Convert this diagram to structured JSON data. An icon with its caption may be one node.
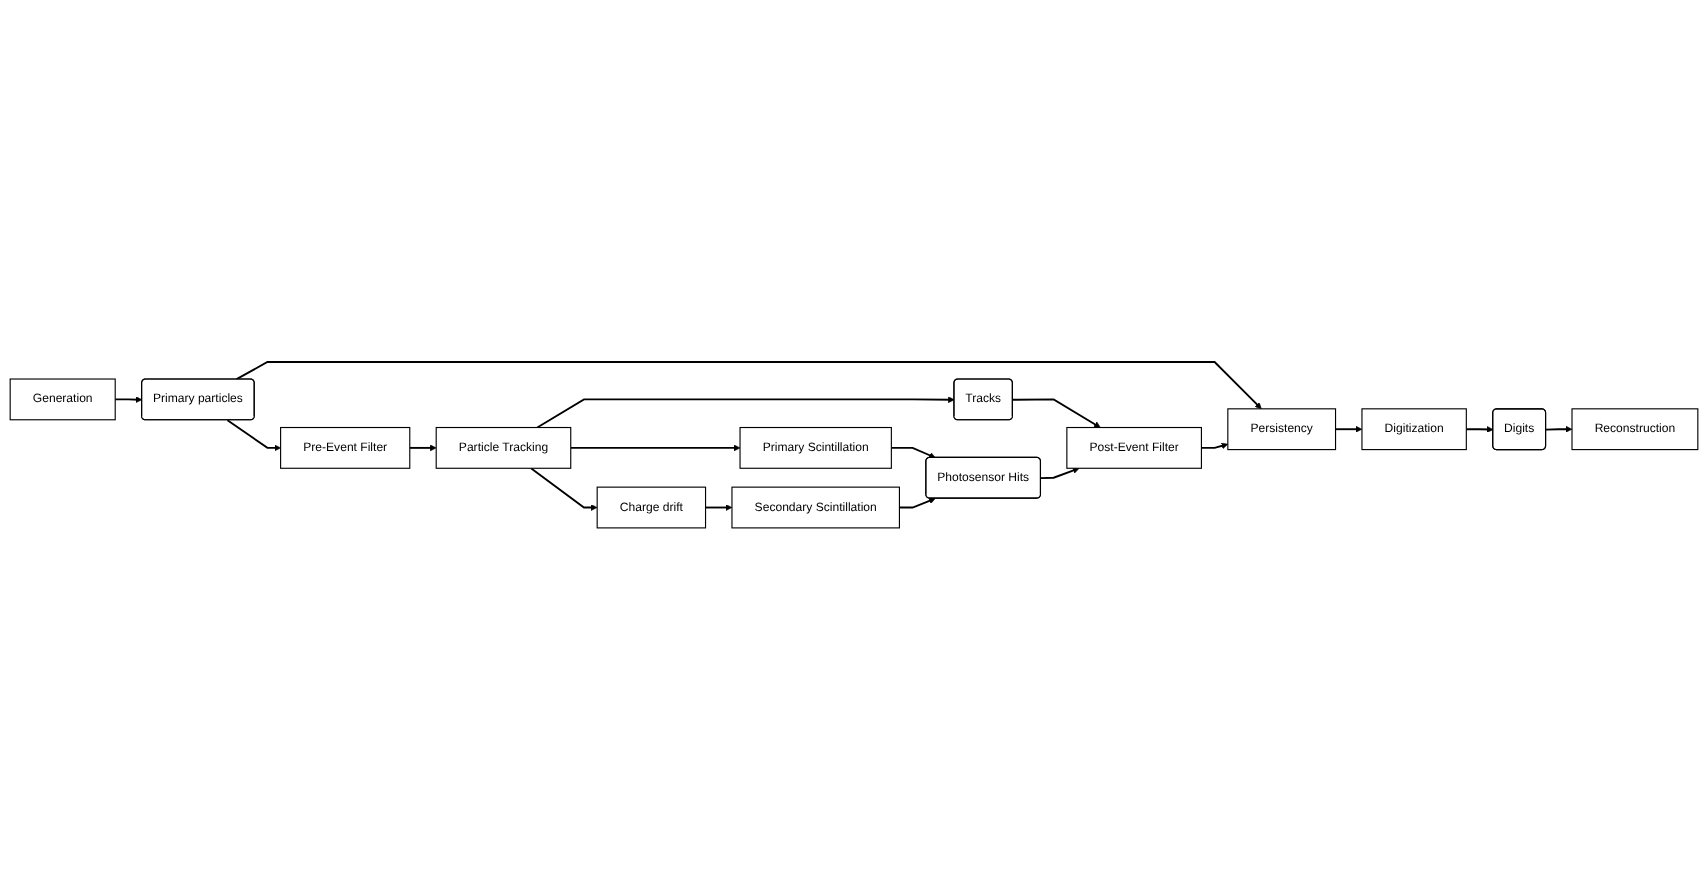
{
  "diagram": {
    "nodes": [
      {
        "text": [
          "Generation"
        ]
      },
      {
        "text": [
          "Primary particles"
        ]
      },
      {
        "text": [
          "Persistency"
        ]
      },
      {
        "text": [
          "Digitization"
        ]
      },
      {
        "text": [
          "Pre-Event Filter"
        ]
      },
      {
        "text": [
          "Post-Event Filter"
        ]
      },
      {
        "text": [
          "Digits"
        ]
      },
      {
        "text": [
          "Reconstruction"
        ]
      },
      {
        "text": [
          "Particle Tracking"
        ]
      },
      {
        "text": [
          "Tracks"
        ]
      },
      {
        "text": [
          "Charge drift"
        ]
      },
      {
        "text": [
          "Primary Scintillation"
        ]
      },
      {
        "text": [
          "Photosensor Hits"
        ]
      },
      {
        "text": [
          "Secondary Scintillation"
        ]
      }
    ],
    "edges": [
      {
        "from": 0,
        "to": 1,
        "arrow": "to"
      },
      {
        "from": 1,
        "to": 2,
        "arrow": "to"
      },
      {
        "from": 2,
        "to": 3,
        "arrow": "to"
      },
      {
        "from": 1,
        "to": 4,
        "arrow": "to"
      },
      {
        "from": 3,
        "to": 6,
        "arrow": "to"
      },
      {
        "from": 6,
        "to": 7,
        "arrow": "to"
      },
      {
        "from": 5,
        "to": 2,
        "arrow": "to"
      },
      {
        "from": 4,
        "to": 8,
        "arrow": "to"
      },
      {
        "from": 8,
        "to": 9,
        "arrow": "to"
      },
      {
        "from": 9,
        "to": 5,
        "arrow": "to"
      },
      {
        "from": 12,
        "to": 5,
        "arrow": "to"
      },
      {
        "from": 8,
        "to": 10,
        "arrow": "to"
      },
      {
        "from": 8,
        "to": 11,
        "arrow": "to"
      },
      {
        "from": 11,
        "to": 12,
        "arrow": "to"
      },
      {
        "from": 10,
        "to": 13,
        "arrow": "to"
      },
      {
        "from": 13,
        "to": 12,
        "arrow": "to"
      }
    ]
  }
}
